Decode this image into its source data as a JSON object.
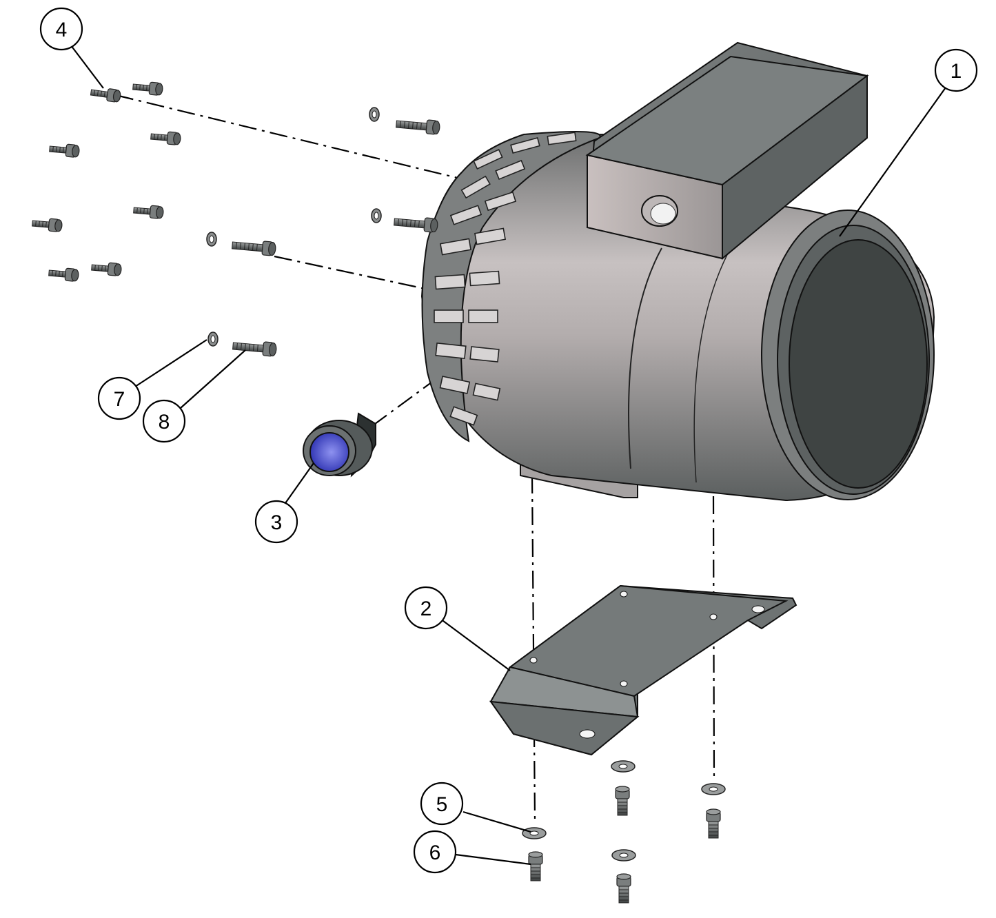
{
  "callouts": [
    {
      "id": "1",
      "label": "1"
    },
    {
      "id": "2",
      "label": "2"
    },
    {
      "id": "3",
      "label": "3"
    },
    {
      "id": "4",
      "label": "4"
    },
    {
      "id": "5",
      "label": "5"
    },
    {
      "id": "6",
      "label": "6"
    },
    {
      "id": "7",
      "label": "7"
    },
    {
      "id": "8",
      "label": "8"
    }
  ],
  "colors": {
    "body_light": "#c9c4c4",
    "body_mid": "#8e8c8c",
    "body_dark": "#5e6161",
    "end_cap": "#3f4443",
    "bracket": "#6f7474",
    "fitting_blue": "#3a3fd0",
    "outline": "#111111"
  }
}
